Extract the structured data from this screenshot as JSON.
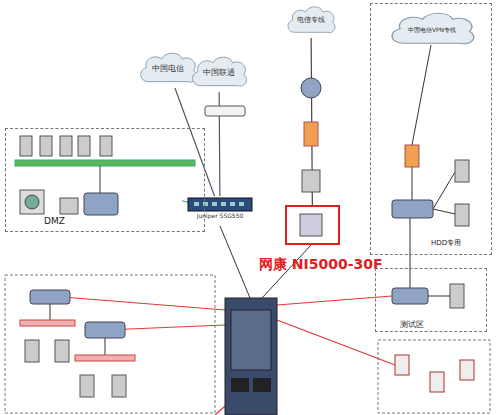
{
  "diagram": {
    "nodes": [
      {
        "text": [
          "中国电信"
        ]
      },
      {
        "text": [
          "中国联通"
        ]
      },
      {
        "text": [
          "Juniper SSG550"
        ]
      },
      {
        "text": [
          "DMZ"
        ]
      },
      {
        "text": [
          "电信专线"
        ]
      },
      {
        "text": [
          "网康 NI5000-30F"
        ]
      },
      {
        "text": [
          "HDD专用"
        ]
      },
      {
        "text": [
          "中国电信VPN专线"
        ],
        "in": 6
      },
      {
        "text": [
          "测试区"
        ]
      }
    ],
    "edges": [
      {
        "from": 0,
        "to": 2,
        "arrow": "none"
      },
      {
        "from": 1,
        "to": 2,
        "arrow": "none"
      },
      {
        "from": 2,
        "to": 3,
        "arrow": "none"
      },
      {
        "from": 4,
        "to": 5,
        "arrow": "none"
      }
    ]
  }
}
